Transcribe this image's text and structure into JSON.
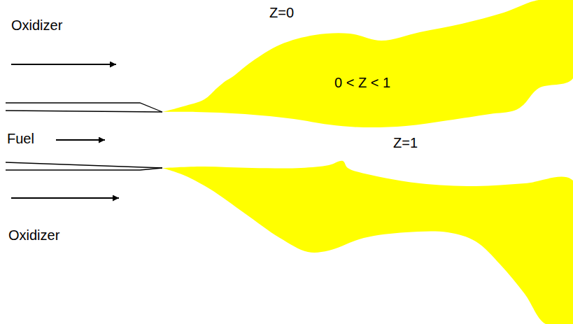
{
  "diagram": {
    "labels": [
      "Z=0",
      "Oxidizer",
      "0 < Z < 1",
      "Fuel",
      "Z=1",
      "Oxidizer"
    ]
  }
}
